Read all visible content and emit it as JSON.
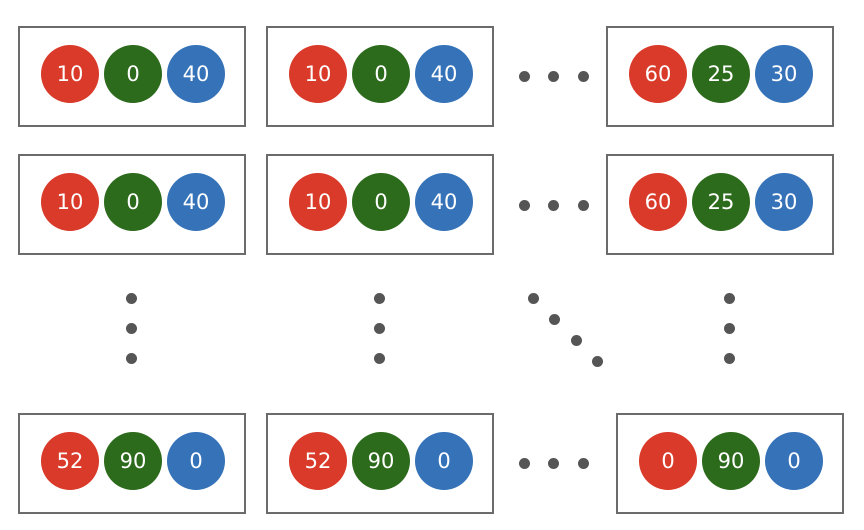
{
  "colors": {
    "red": "#d93a29",
    "green": "#2d6b1c",
    "blue": "#3572b8",
    "border": "#6b6b6b",
    "dots": "#555555"
  },
  "grid": {
    "rows": [
      {
        "cells": [
          {
            "values": [
              "10",
              "0",
              "40"
            ]
          },
          {
            "values": [
              "10",
              "0",
              "40"
            ]
          },
          {
            "values": [
              "60",
              "25",
              "30"
            ]
          }
        ]
      },
      {
        "cells": [
          {
            "values": [
              "10",
              "0",
              "40"
            ]
          },
          {
            "values": [
              "10",
              "0",
              "40"
            ]
          },
          {
            "values": [
              "60",
              "25",
              "30"
            ]
          }
        ]
      },
      {
        "cells": [
          {
            "values": [
              "52",
              "90",
              "0"
            ]
          },
          {
            "values": [
              "52",
              "90",
              "0"
            ]
          },
          {
            "values": [
              "0",
              "90",
              "0"
            ]
          }
        ]
      }
    ],
    "ellipsis_rows": 1,
    "ellipsis_columns": 1
  }
}
